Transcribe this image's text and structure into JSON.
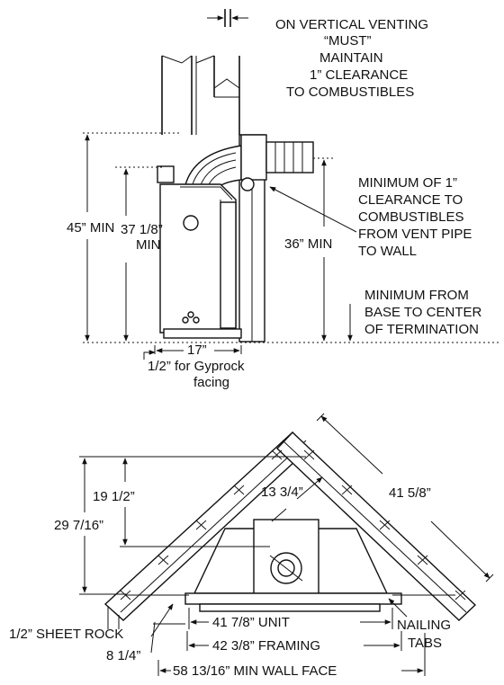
{
  "side_view": {
    "vertical_note": [
      "ON VERTICAL VENTING",
      "“MUST”",
      "MAINTAIN",
      "1” CLEARANCE",
      "TO COMBUSTIBLES"
    ],
    "vent_pipe_note": [
      "MINIMUM OF 1”",
      "CLEARANCE TO",
      "COMBUSTIBLES",
      "FROM VENT PIPE",
      "TO WALL"
    ],
    "termination_note": [
      "MINIMUM FROM",
      "BASE TO CENTER",
      "OF TERMINATION"
    ],
    "dim_45": "45” MIN",
    "dim_37": [
      "37 1/8”",
      "MIN"
    ],
    "dim_36": "36” MIN",
    "dim_17": "17”",
    "gyprock_note": [
      "1/2” for Gyprock",
      "facing"
    ]
  },
  "plan_view": {
    "dim_41_5_8": "41 5/8”",
    "dim_13_3_4": "13 3/4”",
    "dim_19_1_2": "19 1/2”",
    "dim_29_7_16": "29 7/16”",
    "sheet_rock": "1/2” SHEET ROCK",
    "dim_8_1_4": "8 1/4”",
    "unit": "41 7/8” UNIT",
    "framing": "42 3/8” FRAMING",
    "wall_face": "58 13/16” MIN WALL FACE",
    "nailing_tabs": [
      "NAILING",
      "TABS"
    ]
  }
}
